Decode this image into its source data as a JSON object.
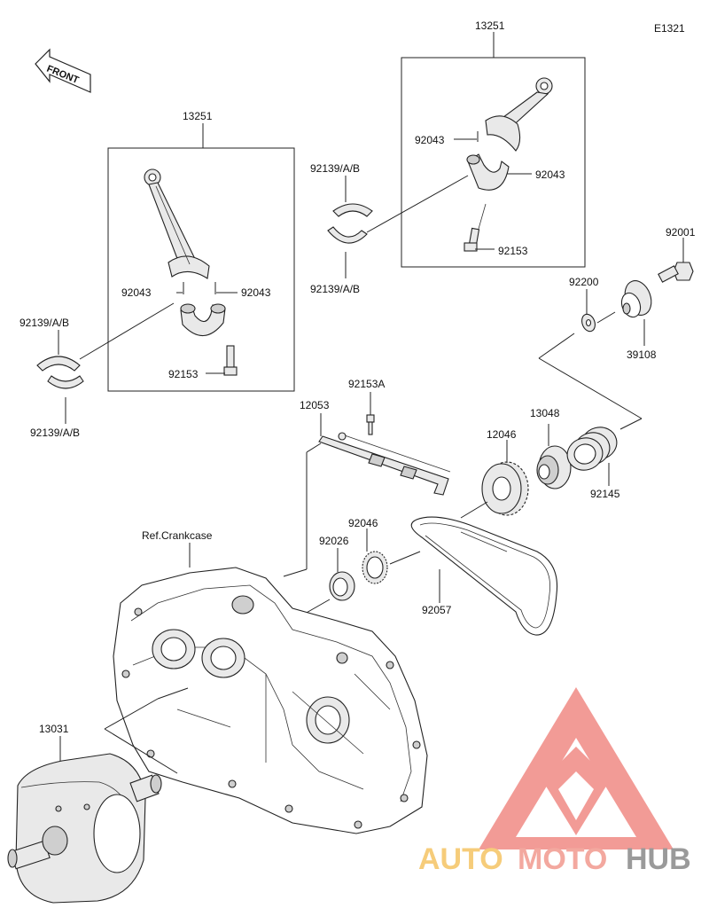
{
  "diagram": {
    "code": "E1321",
    "front_label": "FRONT",
    "ref_label": "Ref.Crankcase",
    "parts": {
      "conrod_left": "13251",
      "conrod_right": "13251",
      "pin_l1": "92043",
      "pin_l2": "92043",
      "pin_r1": "92043",
      "pin_r2": "92043",
      "bolt_left": "92153",
      "bolt_right": "92153",
      "bearing_l_top": "92139/A/B",
      "bearing_l_bottom": "92139/A/B",
      "bearing_r_top": "92139/A/B",
      "bearing_r_bottom": "92139/A/B",
      "bolt_92001": "92001",
      "washer_92200": "92200",
      "sprocket_39108": "39108",
      "guide_12053": "12053",
      "bolt_92153A": "92153A",
      "sprocket_12046": "12046",
      "hub_13048": "13048",
      "spring_92145": "92145",
      "seal_92026": "92026",
      "bearing_92046": "92046",
      "chain_92057": "92057",
      "crankshaft_13031": "13031"
    },
    "watermark": {
      "part1": "AUTO",
      "part2": "MOTO",
      "part3": "HUB"
    },
    "colors": {
      "watermark_triangle": "#f08a84",
      "watermark_auto": "#f6cc7a",
      "watermark_moto": "#f3a89f",
      "watermark_hub": "#9a9a9a",
      "line": "#222222"
    }
  }
}
